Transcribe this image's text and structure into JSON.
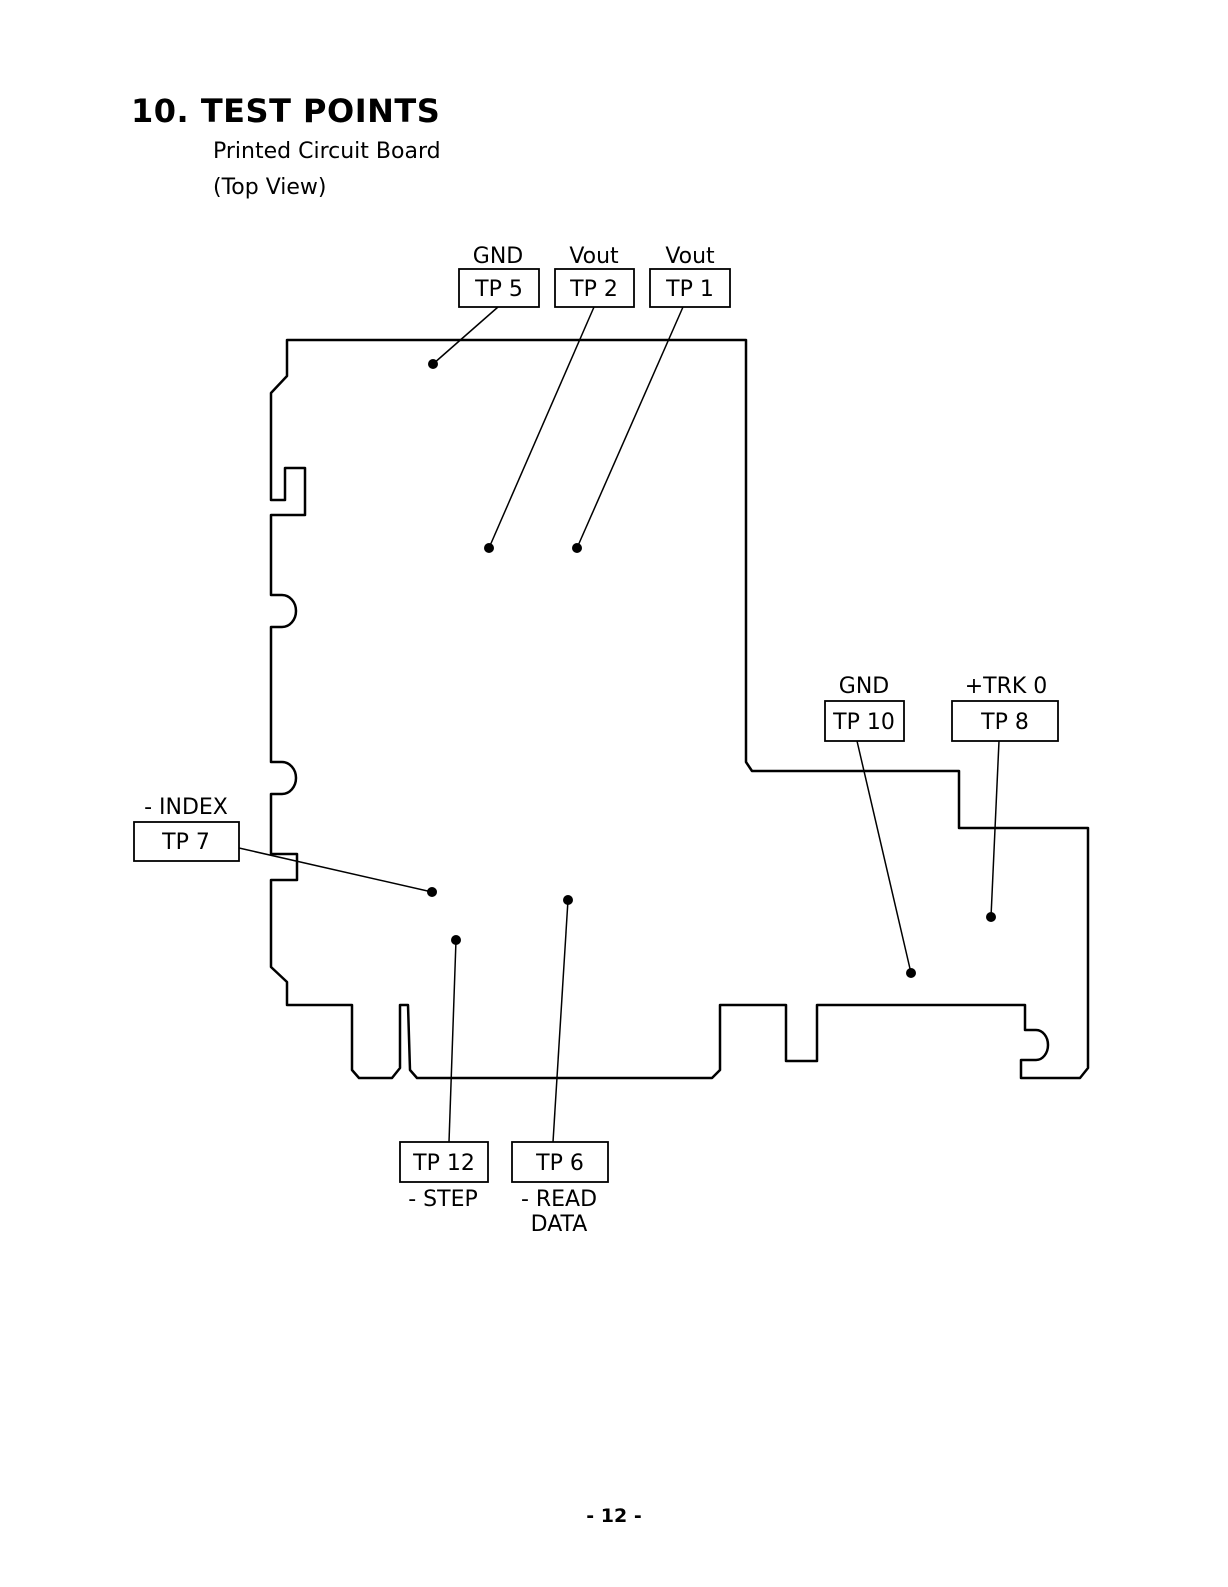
{
  "section": {
    "heading": "10. TEST POINTS",
    "subtitle_line1": "Printed Circuit Board",
    "subtitle_line2": "(Top View)"
  },
  "test_points": [
    {
      "id": "tp5",
      "box": "TP 5",
      "signal": "GND"
    },
    {
      "id": "tp2",
      "box": "TP 2",
      "signal": "Vout"
    },
    {
      "id": "tp1",
      "box": "TP 1",
      "signal": "Vout"
    },
    {
      "id": "tp10",
      "box": "TP 10",
      "signal": "GND"
    },
    {
      "id": "tp8",
      "box": "TP 8",
      "signal": "+TRK 0"
    },
    {
      "id": "tp7",
      "box": "TP 7",
      "signal": "- INDEX"
    },
    {
      "id": "tp12",
      "box": "TP 12",
      "signal": "- STEP"
    },
    {
      "id": "tp6",
      "box": "TP 6",
      "signal": "- READ",
      "signal_line2": "DATA"
    }
  ],
  "page_number": "- 12 -"
}
